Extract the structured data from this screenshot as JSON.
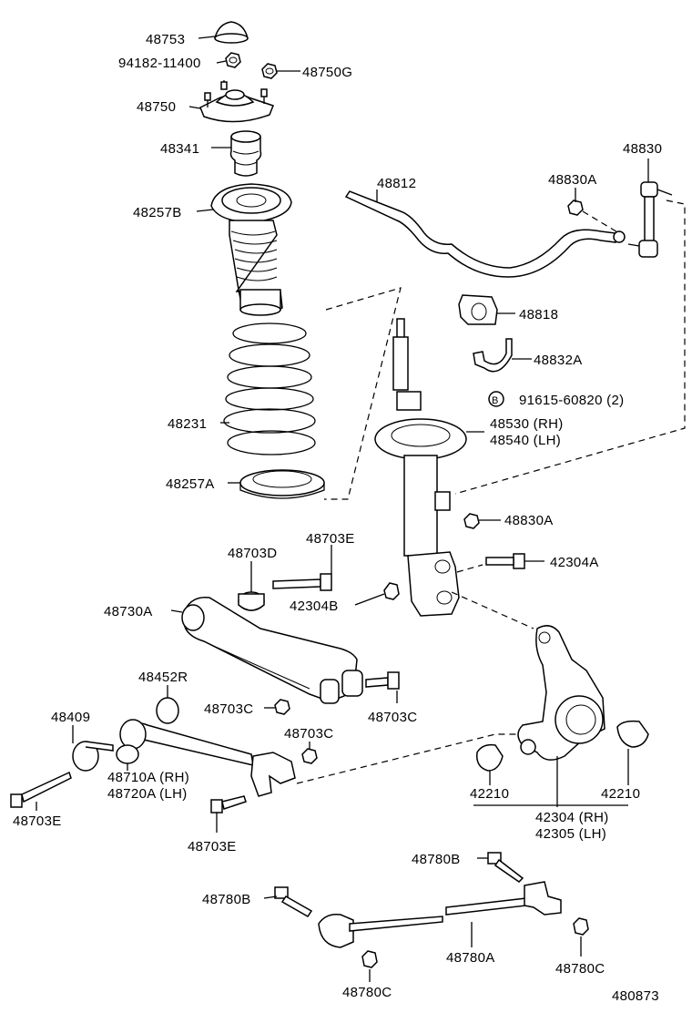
{
  "figure_id": "480873",
  "parts": {
    "p48753": "48753",
    "p94182": "94182-11400",
    "p48750g": "48750G",
    "p48750": "48750",
    "p48341": "48341",
    "p48257b": "48257B",
    "p48231": "48231",
    "p48257a": "48257A",
    "p48812": "48812",
    "p48830a_top": "48830A",
    "p48830": "48830",
    "p48818": "48818",
    "p48832a": "48832A",
    "p91615": "91615-60820 (2)",
    "p91615_mark": "B",
    "p48530": "48530 (RH)",
    "p48540": "48540 (LH)",
    "p48830a_mid": "48830A",
    "p48703d": "48703D",
    "p48703e_top": "48703E",
    "p42304a": "42304A",
    "p42304b": "42304B",
    "p48730a": "48730A",
    "p48452r": "48452R",
    "p48703c_a": "48703C",
    "p48703c_b": "48703C",
    "p48703c_c": "48703C",
    "p48409": "48409",
    "p48710a": "48710A (RH)",
    "p48720a": "48720A (LH)",
    "p48703e_left": "48703E",
    "p48703e_bottom": "48703E",
    "p42210_left": "42210",
    "p42210_right": "42210",
    "p42304": "42304 (RH)",
    "p42305": "42305 (LH)",
    "p48780b_top": "48780B",
    "p48780b_left": "48780B",
    "p48780a": "48780A",
    "p48780c_left": "48780C",
    "p48780c_right": "48780C"
  }
}
